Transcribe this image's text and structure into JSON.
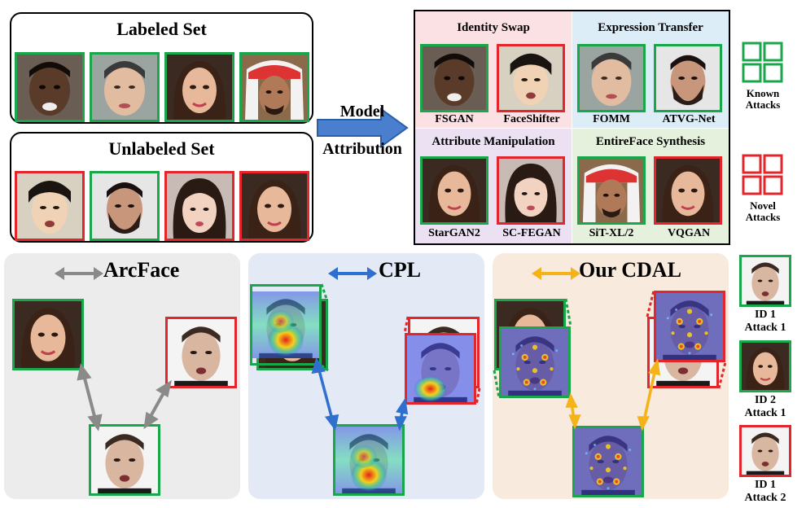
{
  "top_left": {
    "labeled_title": "Labeled Set",
    "unlabeled_title": "Unlabeled Set"
  },
  "arrow_label": {
    "line1": "Model",
    "line2": "Attribution"
  },
  "grid": {
    "identity_swap": "Identity Swap",
    "expression_transfer": "Expression Transfer",
    "attribute_manipulation": "Attribute Manipulation",
    "entireface_synthesis": "EntireFace Synthesis",
    "methods": [
      "FSGAN",
      "FaceShifter",
      "FOMM",
      "ATVG-Net",
      "StarGAN2",
      "SC-FEGAN",
      "SiT-XL/2",
      "VQGAN"
    ]
  },
  "legend": {
    "known_line1": "Known",
    "known_line2": "Attacks",
    "novel_line1": "Novel",
    "novel_line2": "Attacks",
    "known_color": "#1aa64a",
    "novel_color": "#e3262b"
  },
  "panels": {
    "arcface": "ArcFace",
    "cpl": "CPL",
    "cdal": "Our CDAL"
  },
  "ids": [
    {
      "line1": "ID 1",
      "line2": "Attack 1"
    },
    {
      "line1": "ID 2",
      "line2": "Attack 1"
    },
    {
      "line1": "ID 1",
      "line2": "Attack 2"
    }
  ],
  "colors": {
    "green": "#1aa64a",
    "red": "#e3262b",
    "arcface_bg": "#ececec",
    "cpl_bg": "#e4eaf5",
    "cdal_bg": "#f8eadc",
    "arcface_arrow": "#8a8a8a",
    "cpl_arrow": "#2f6fcf",
    "cdal_arrow": "#f5b31a"
  }
}
